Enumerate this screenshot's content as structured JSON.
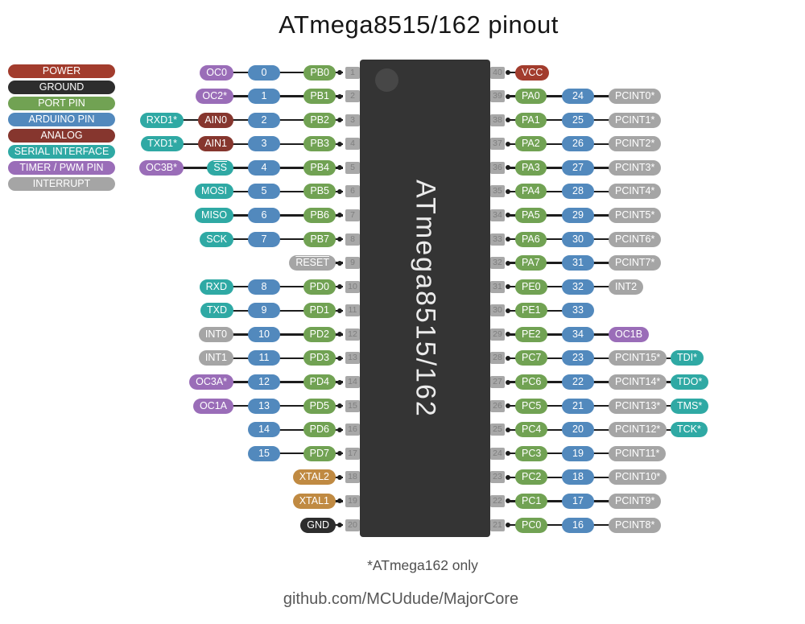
{
  "title": "ATmega8515/162 pinout",
  "footnote": "*ATmega162 only",
  "footer": "github.com/MCUdude/MajorCore",
  "chip": {
    "label": "ATmega8515/162"
  },
  "colors": {
    "power": "#a23c2d",
    "ground": "#2d2d2d",
    "port": "#71a253",
    "arduino": "#5289bd",
    "analog": "#86362e",
    "serial": "#2fa9a4",
    "timer": "#9a6db8",
    "interrupt": "#a5a5a5",
    "xtal": "#c08a42",
    "chip_body": "#343434",
    "pin_tab": "#a8a8a8",
    "line": "#1d1d1d"
  },
  "legend": [
    {
      "label": "POWER",
      "type": "power"
    },
    {
      "label": "GROUND",
      "type": "ground"
    },
    {
      "label": "PORT PIN",
      "type": "port"
    },
    {
      "label": "ARDUINO PIN",
      "type": "arduino"
    },
    {
      "label": "ANALOG",
      "type": "analog"
    },
    {
      "label": "SERIAL INTERFACE",
      "type": "serial"
    },
    {
      "label": "TIMER / PWM PIN",
      "type": "timer"
    },
    {
      "label": "INTERRUPT",
      "type": "interrupt"
    }
  ],
  "left_pins": [
    {
      "pin": 1,
      "badges": [
        {
          "text": "OC0",
          "type": "timer"
        },
        {
          "text": "0",
          "type": "arduino"
        },
        {
          "text": "PB0",
          "type": "port"
        }
      ]
    },
    {
      "pin": 2,
      "badges": [
        {
          "text": "OC2*",
          "type": "timer"
        },
        {
          "text": "1",
          "type": "arduino"
        },
        {
          "text": "PB1",
          "type": "port"
        }
      ]
    },
    {
      "pin": 3,
      "badges": [
        {
          "text": "RXD1*",
          "type": "serial"
        },
        {
          "text": "AIN0",
          "type": "analog"
        },
        {
          "text": "2",
          "type": "arduino"
        },
        {
          "text": "PB2",
          "type": "port"
        }
      ]
    },
    {
      "pin": 4,
      "badges": [
        {
          "text": "TXD1*",
          "type": "serial"
        },
        {
          "text": "AIN1",
          "type": "analog"
        },
        {
          "text": "3",
          "type": "arduino"
        },
        {
          "text": "PB3",
          "type": "port"
        }
      ]
    },
    {
      "pin": 5,
      "badges": [
        {
          "text": "OC3B*",
          "type": "timer"
        },
        {
          "text": "SS",
          "type": "serial",
          "overline": true
        },
        {
          "text": "4",
          "type": "arduino"
        },
        {
          "text": "PB4",
          "type": "port"
        }
      ]
    },
    {
      "pin": 6,
      "badges": [
        {
          "text": "MOSI",
          "type": "serial"
        },
        {
          "text": "5",
          "type": "arduino"
        },
        {
          "text": "PB5",
          "type": "port"
        }
      ]
    },
    {
      "pin": 7,
      "badges": [
        {
          "text": "MISO",
          "type": "serial"
        },
        {
          "text": "6",
          "type": "arduino"
        },
        {
          "text": "PB6",
          "type": "port"
        }
      ]
    },
    {
      "pin": 8,
      "badges": [
        {
          "text": "SCK",
          "type": "serial"
        },
        {
          "text": "7",
          "type": "arduino"
        },
        {
          "text": "PB7",
          "type": "port"
        }
      ]
    },
    {
      "pin": 9,
      "badges": [
        {
          "text": "RESET",
          "type": "interrupt",
          "overline": true
        }
      ]
    },
    {
      "pin": 10,
      "badges": [
        {
          "text": "RXD",
          "type": "serial"
        },
        {
          "text": "8",
          "type": "arduino"
        },
        {
          "text": "PD0",
          "type": "port"
        }
      ]
    },
    {
      "pin": 11,
      "badges": [
        {
          "text": "TXD",
          "type": "serial"
        },
        {
          "text": "9",
          "type": "arduino"
        },
        {
          "text": "PD1",
          "type": "port"
        }
      ]
    },
    {
      "pin": 12,
      "badges": [
        {
          "text": "INT0",
          "type": "interrupt"
        },
        {
          "text": "10",
          "type": "arduino"
        },
        {
          "text": "PD2",
          "type": "port"
        }
      ]
    },
    {
      "pin": 13,
      "badges": [
        {
          "text": "INT1",
          "type": "interrupt"
        },
        {
          "text": "11",
          "type": "arduino"
        },
        {
          "text": "PD3",
          "type": "port"
        }
      ]
    },
    {
      "pin": 14,
      "badges": [
        {
          "text": "OC3A*",
          "type": "timer"
        },
        {
          "text": "12",
          "type": "arduino"
        },
        {
          "text": "PD4",
          "type": "port"
        }
      ]
    },
    {
      "pin": 15,
      "badges": [
        {
          "text": "OC1A",
          "type": "timer"
        },
        {
          "text": "13",
          "type": "arduino"
        },
        {
          "text": "PD5",
          "type": "port"
        }
      ]
    },
    {
      "pin": 16,
      "badges": [
        {
          "text": "14",
          "type": "arduino"
        },
        {
          "text": "PD6",
          "type": "port"
        }
      ]
    },
    {
      "pin": 17,
      "badges": [
        {
          "text": "15",
          "type": "arduino"
        },
        {
          "text": "PD7",
          "type": "port"
        }
      ]
    },
    {
      "pin": 18,
      "badges": [
        {
          "text": "XTAL2",
          "type": "xtal"
        }
      ]
    },
    {
      "pin": 19,
      "badges": [
        {
          "text": "XTAL1",
          "type": "xtal"
        }
      ]
    },
    {
      "pin": 20,
      "badges": [
        {
          "text": "GND",
          "type": "ground"
        }
      ]
    }
  ],
  "right_pins": [
    {
      "pin": 40,
      "badges": [
        {
          "text": "VCC",
          "type": "power"
        }
      ]
    },
    {
      "pin": 39,
      "badges": [
        {
          "text": "PA0",
          "type": "port"
        },
        {
          "text": "24",
          "type": "arduino"
        },
        {
          "text": "PCINT0*",
          "type": "interrupt"
        }
      ]
    },
    {
      "pin": 38,
      "badges": [
        {
          "text": "PA1",
          "type": "port"
        },
        {
          "text": "25",
          "type": "arduino"
        },
        {
          "text": "PCINT1*",
          "type": "interrupt"
        }
      ]
    },
    {
      "pin": 37,
      "badges": [
        {
          "text": "PA2",
          "type": "port"
        },
        {
          "text": "26",
          "type": "arduino"
        },
        {
          "text": "PCINT2*",
          "type": "interrupt"
        }
      ]
    },
    {
      "pin": 36,
      "badges": [
        {
          "text": "PA3",
          "type": "port"
        },
        {
          "text": "27",
          "type": "arduino"
        },
        {
          "text": "PCINT3*",
          "type": "interrupt"
        }
      ]
    },
    {
      "pin": 35,
      "badges": [
        {
          "text": "PA4",
          "type": "port"
        },
        {
          "text": "28",
          "type": "arduino"
        },
        {
          "text": "PCINT4*",
          "type": "interrupt"
        }
      ]
    },
    {
      "pin": 34,
      "badges": [
        {
          "text": "PA5",
          "type": "port"
        },
        {
          "text": "29",
          "type": "arduino"
        },
        {
          "text": "PCINT5*",
          "type": "interrupt"
        }
      ]
    },
    {
      "pin": 33,
      "badges": [
        {
          "text": "PA6",
          "type": "port"
        },
        {
          "text": "30",
          "type": "arduino"
        },
        {
          "text": "PCINT6*",
          "type": "interrupt"
        }
      ]
    },
    {
      "pin": 32,
      "badges": [
        {
          "text": "PA7",
          "type": "port"
        },
        {
          "text": "31",
          "type": "arduino"
        },
        {
          "text": "PCINT7*",
          "type": "interrupt"
        }
      ]
    },
    {
      "pin": 31,
      "badges": [
        {
          "text": "PE0",
          "type": "port"
        },
        {
          "text": "32",
          "type": "arduino"
        },
        {
          "text": "INT2",
          "type": "interrupt"
        }
      ]
    },
    {
      "pin": 30,
      "badges": [
        {
          "text": "PE1",
          "type": "port"
        },
        {
          "text": "33",
          "type": "arduino"
        }
      ]
    },
    {
      "pin": 29,
      "badges": [
        {
          "text": "PE2",
          "type": "port"
        },
        {
          "text": "34",
          "type": "arduino"
        },
        {
          "text": "OC1B",
          "type": "timer"
        }
      ]
    },
    {
      "pin": 28,
      "badges": [
        {
          "text": "PC7",
          "type": "port"
        },
        {
          "text": "23",
          "type": "arduino"
        },
        {
          "text": "PCINT15*",
          "type": "interrupt"
        },
        {
          "text": "TDI*",
          "type": "serial"
        }
      ]
    },
    {
      "pin": 27,
      "badges": [
        {
          "text": "PC6",
          "type": "port"
        },
        {
          "text": "22",
          "type": "arduino"
        },
        {
          "text": "PCINT14*",
          "type": "interrupt"
        },
        {
          "text": "TDO*",
          "type": "serial"
        }
      ]
    },
    {
      "pin": 26,
      "badges": [
        {
          "text": "PC5",
          "type": "port"
        },
        {
          "text": "21",
          "type": "arduino"
        },
        {
          "text": "PCINT13*",
          "type": "interrupt"
        },
        {
          "text": "TMS*",
          "type": "serial"
        }
      ]
    },
    {
      "pin": 25,
      "badges": [
        {
          "text": "PC4",
          "type": "port"
        },
        {
          "text": "20",
          "type": "arduino"
        },
        {
          "text": "PCINT12*",
          "type": "interrupt"
        },
        {
          "text": "TCK*",
          "type": "serial"
        }
      ]
    },
    {
      "pin": 24,
      "badges": [
        {
          "text": "PC3",
          "type": "port"
        },
        {
          "text": "19",
          "type": "arduino"
        },
        {
          "text": "PCINT11*",
          "type": "interrupt"
        }
      ]
    },
    {
      "pin": 23,
      "badges": [
        {
          "text": "PC2",
          "type": "port"
        },
        {
          "text": "18",
          "type": "arduino"
        },
        {
          "text": "PCINT10*",
          "type": "interrupt"
        }
      ]
    },
    {
      "pin": 22,
      "badges": [
        {
          "text": "PC1",
          "type": "port"
        },
        {
          "text": "17",
          "type": "arduino"
        },
        {
          "text": "PCINT9*",
          "type": "interrupt"
        }
      ]
    },
    {
      "pin": 21,
      "badges": [
        {
          "text": "PC0",
          "type": "port"
        },
        {
          "text": "16",
          "type": "arduino"
        },
        {
          "text": "PCINT8*",
          "type": "interrupt"
        }
      ]
    }
  ]
}
